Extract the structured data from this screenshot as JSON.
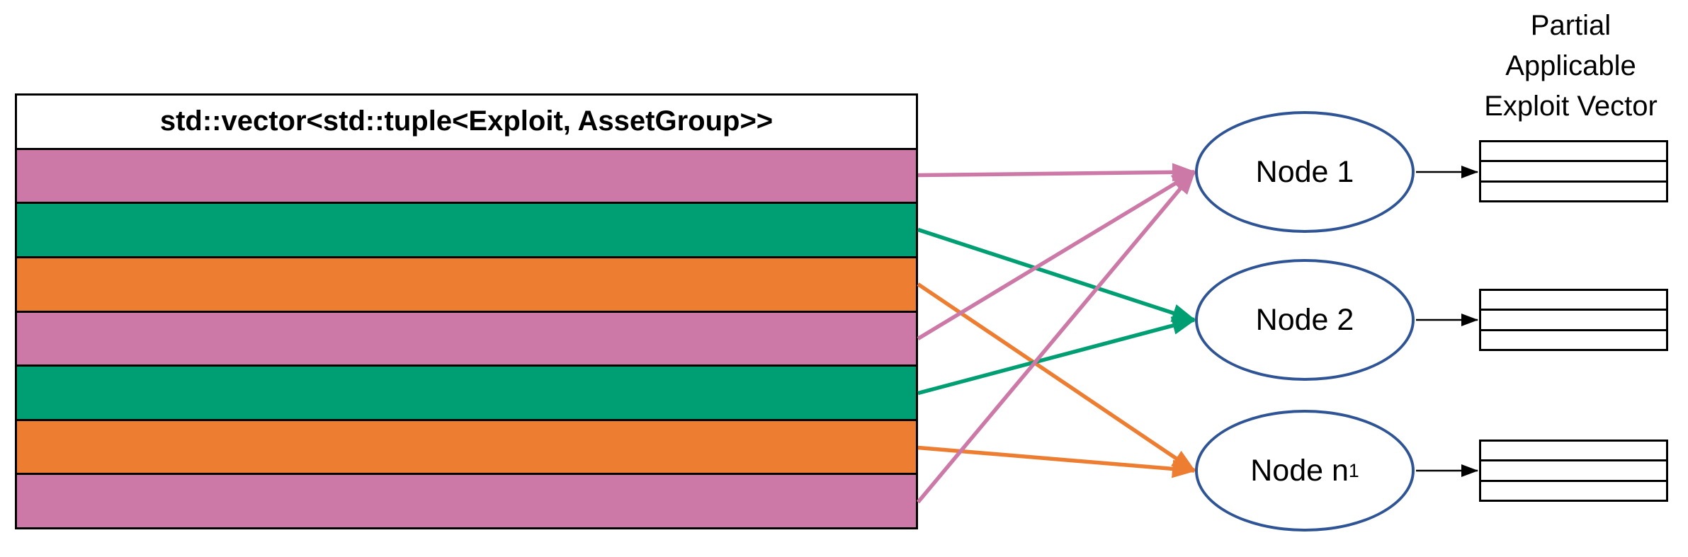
{
  "palette": {
    "pink": "#CC79A7",
    "green": "#009E73",
    "orange": "#ED7D31",
    "node_stroke": "#2F5496",
    "black": "#000000"
  },
  "vector_table": {
    "header": "std::vector<std::tuple<Exploit, AssetGroup>>",
    "row_colors": [
      "pink",
      "green",
      "orange",
      "pink",
      "green",
      "orange",
      "pink"
    ]
  },
  "nodes": [
    {
      "label": "Node 1",
      "sub": ""
    },
    {
      "label": "Node 2",
      "sub": ""
    },
    {
      "label": "Node n",
      "sub": "1"
    }
  ],
  "connections": [
    {
      "row": 0,
      "node": 0,
      "color": "pink"
    },
    {
      "row": 1,
      "node": 1,
      "color": "green"
    },
    {
      "row": 2,
      "node": 2,
      "color": "orange"
    },
    {
      "row": 3,
      "node": 0,
      "color": "pink"
    },
    {
      "row": 4,
      "node": 1,
      "color": "green"
    },
    {
      "row": 5,
      "node": 2,
      "color": "orange"
    },
    {
      "row": 6,
      "node": 0,
      "color": "pink"
    }
  ],
  "partial_vectors": {
    "label": "Partial\nApplicable\nExploit Vector",
    "tables": [
      {
        "rows": 3
      },
      {
        "rows": 3
      },
      {
        "rows": 3
      }
    ]
  }
}
